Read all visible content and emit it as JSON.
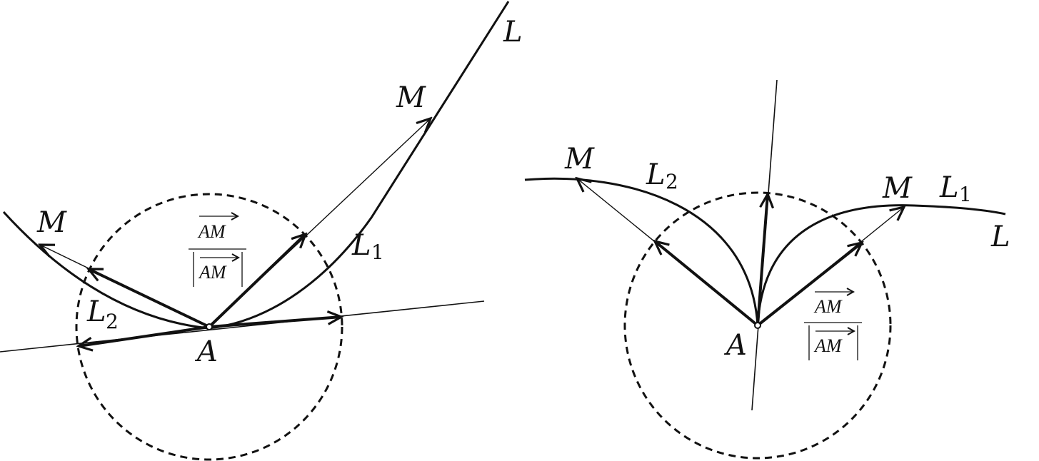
{
  "labels": {
    "L": "L",
    "L1_main": "L",
    "L1_sub": "1",
    "L2_main": "L",
    "L2_sub": "2",
    "M": "M",
    "A": "A",
    "frac_num": "AM",
    "frac_den": "AM"
  },
  "colors": {
    "ink": "#111111",
    "background": "#ffffff"
  }
}
